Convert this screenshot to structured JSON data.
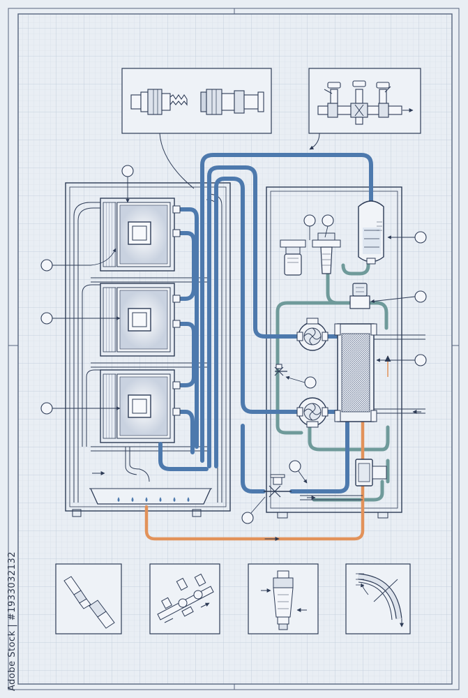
{
  "figure": {
    "kind": "liquid cooling system blueprint",
    "palette": {
      "paper": "#e9eef4",
      "grid_minor": "#d3dbe6",
      "grid_major": "#bcc8d8",
      "ink": "#2c3a55",
      "coolant_blue": "#4d79ad",
      "return_teal": "#6f9a9a",
      "hot_orange": "#e2925a"
    },
    "components": [
      "server-rack",
      "cold-plate-1",
      "cold-plate-2",
      "cold-plate-3",
      "drip-tray",
      "cooling-unit-cabinet",
      "expansion-tank",
      "filter-1",
      "filter-2",
      "pump-1",
      "pump-2",
      "plate-heat-exchanger",
      "control-valve",
      "flow-meter",
      "drain-valve",
      "coupling-detail",
      "valve-manifold-detail",
      "inline-filter-detail",
      "hose-bend-detail",
      "quick-disconnect-detail",
      "pipe-union-detail"
    ]
  },
  "watermark": {
    "text": "Adobe Stock | #1933032132"
  }
}
